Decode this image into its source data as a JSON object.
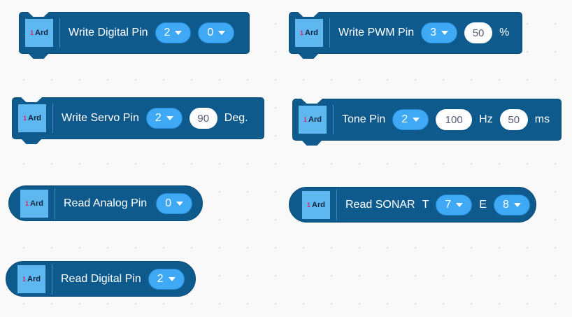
{
  "blocks": {
    "write_digital": {
      "icon_num": "1",
      "icon_text": "Ard",
      "label": "Write Digital Pin",
      "pin": "2",
      "value": "0"
    },
    "write_pwm": {
      "icon_num": "1",
      "icon_text": "Ard",
      "label": "Write PWM Pin",
      "pin": "3",
      "value": "50",
      "unit": "%"
    },
    "write_servo": {
      "icon_num": "1",
      "icon_text": "Ard",
      "label": "Write Servo Pin",
      "pin": "2",
      "value": "90",
      "unit": "Deg."
    },
    "tone": {
      "icon_num": "1",
      "icon_text": "Ard",
      "label": "Tone Pin",
      "pin": "2",
      "freq": "100",
      "freq_unit": "Hz",
      "duration": "50",
      "duration_unit": "ms"
    },
    "read_analog": {
      "icon_num": "1",
      "icon_text": "Ard",
      "label": "Read Analog Pin",
      "pin": "0"
    },
    "read_sonar": {
      "icon_num": "1",
      "icon_text": "Ard",
      "label": "Read SONAR",
      "trig_label": "T",
      "trig": "7",
      "echo_label": "E",
      "echo": "8"
    },
    "read_digital": {
      "icon_num": "1",
      "icon_text": "Ard",
      "label": "Read Digital Pin",
      "pin": "2"
    }
  },
  "colors": {
    "block": "#0f5a8c",
    "icon": "#5fb7ef",
    "dropdown": "#3fa9f5",
    "background": "#f9f9f9"
  }
}
